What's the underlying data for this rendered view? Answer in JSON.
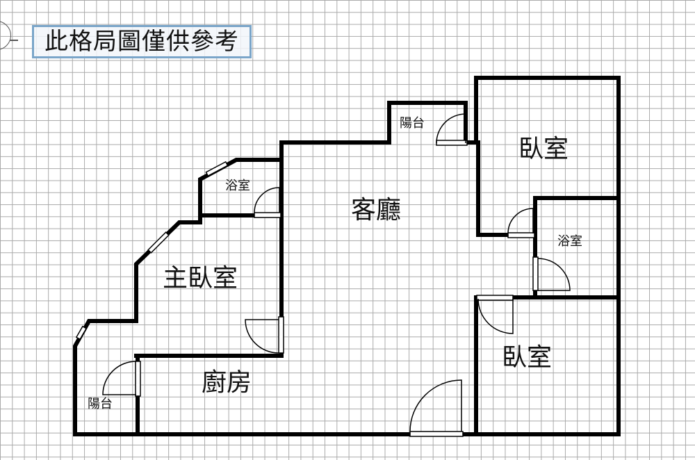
{
  "notice": "此格局圖僅供參考",
  "rooms": {
    "living_room": "客廳",
    "master_bedroom": "主臥室",
    "bedroom_upper": "臥室",
    "bedroom_lower": "臥室",
    "kitchen": "廚房",
    "bathroom_left": "浴室",
    "bathroom_right": "浴室",
    "balcony_top": "陽台",
    "balcony_left": "陽台"
  }
}
